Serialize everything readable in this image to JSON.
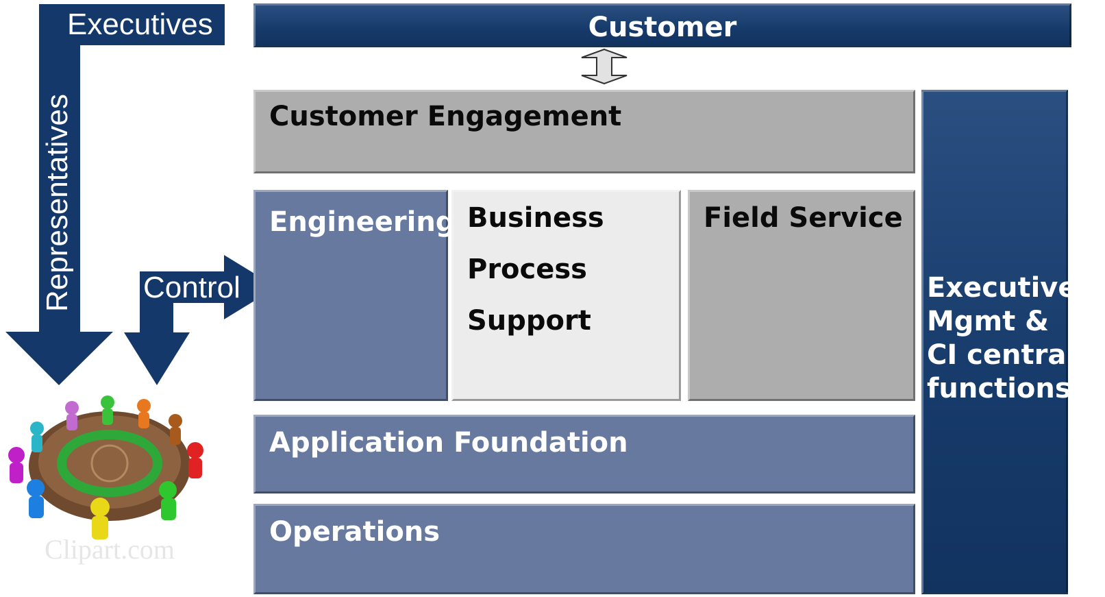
{
  "left": {
    "executives": "Executives",
    "representatives": "Representatives",
    "control": "Control",
    "watermark": "Clipart.com"
  },
  "main": {
    "customer": "Customer",
    "customer_engagement": "Customer Engagement",
    "engineering": "Engineering",
    "bps_lines": [
      "Business",
      "Process",
      "Support"
    ],
    "field_service": "Field Service",
    "application_foundation": "Application Foundation",
    "operations": "Operations",
    "executive_lines": [
      "Executive",
      "Mgmt &",
      "CI central",
      "functions"
    ]
  },
  "colors": {
    "navy": "#14386a",
    "slate_blue": "#67799f",
    "grey": "#adadad",
    "light_grey": "#ececec"
  }
}
